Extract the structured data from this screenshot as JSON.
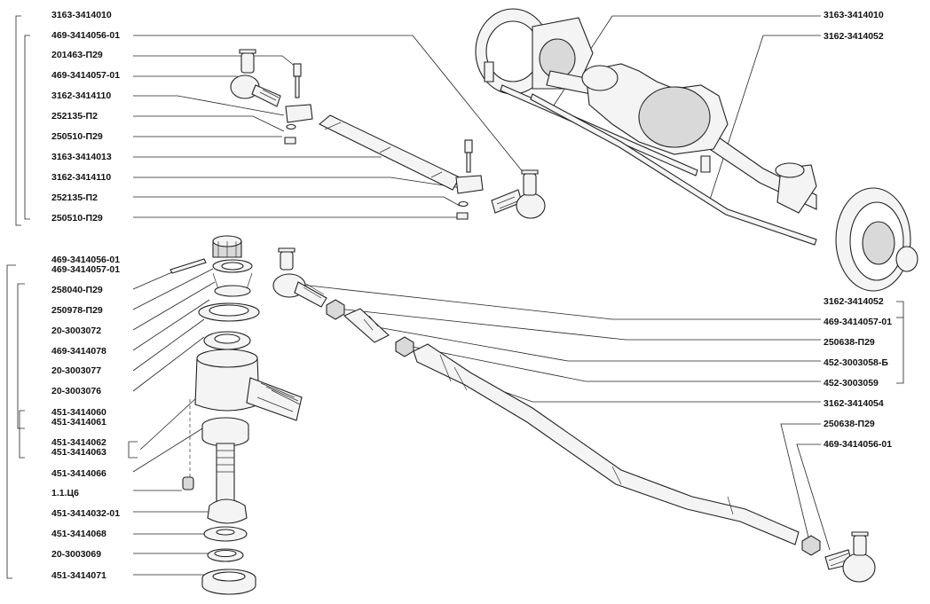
{
  "labels": {
    "left_top": [
      "3163-3414010",
      "469-3414056-01",
      "201463-П29",
      "469-3414057-01",
      "3162-3414110",
      "252135-П2",
      "250510-П29",
      "3163-3414013",
      "3162-3414110",
      "252135-П2",
      "250510-П29"
    ],
    "left_bottom": [
      "469-3414056-01",
      "469-3414057-01",
      "258040-П29",
      "250978-П29",
      "20-3003072",
      "469-3414078",
      "20-3003077",
      "20-3003076",
      "451-3414060",
      "451-3414061",
      "451-3414062",
      "451-3414063",
      "451-3414066",
      "1.1.Ц6",
      "451-3414032-01",
      "451-3414068",
      "20-3003069",
      "451-3414071"
    ],
    "right": [
      "3163-3414010",
      "3162-3414052",
      "3162-3414052",
      "469-3414057-01",
      "250638-П29",
      "452-3003058-Б",
      "452-3003059",
      "3162-3414054",
      "250638-П29",
      "469-3414056-01"
    ]
  }
}
